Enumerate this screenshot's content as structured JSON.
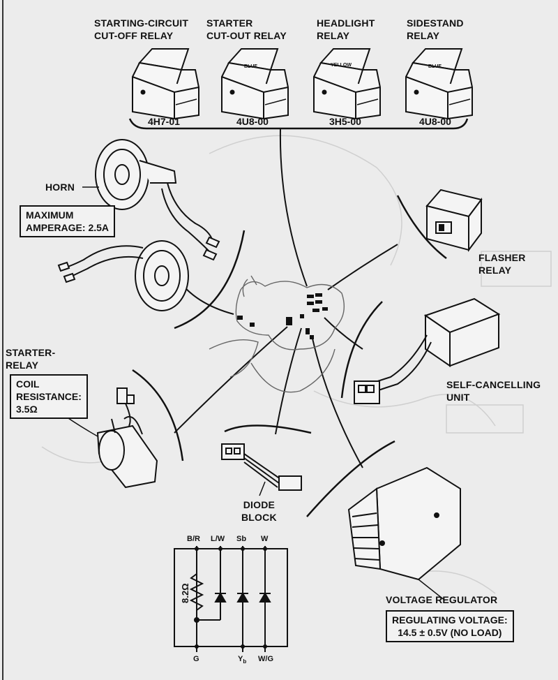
{
  "relays": [
    {
      "label": "STARTING-CIRCUIT\nCUT-OFF RELAY",
      "code": "4H7-01",
      "color": ""
    },
    {
      "label": "STARTER\nCUT-OUT RELAY",
      "code": "4U8-00",
      "color": "BLUE"
    },
    {
      "label": "HEADLIGHT\nRELAY",
      "code": "3H5-00",
      "color": "YELLOW"
    },
    {
      "label": "SIDESTAND\nRELAY",
      "code": "4U8-00",
      "color": "BLUE"
    }
  ],
  "horn": {
    "label": "HORN",
    "spec": "MAXIMUM\nAMPERAGE: 2.5A"
  },
  "flasher": {
    "label": "FLASHER\nRELAY"
  },
  "starter_relay": {
    "label": "STARTER-\nRELAY",
    "spec": "COIL\nRESISTANCE:\n3.5Ω"
  },
  "self_cancel": {
    "label": "SELF-CANCELLING\nUNIT"
  },
  "diode_block": {
    "label": "DIODE\nBLOCK",
    "top_pins": [
      "B/R",
      "L/W",
      "Sb",
      "W"
    ],
    "bottom_pins": [
      "G",
      "Y",
      "W/G"
    ],
    "resistor": "8.2Ω",
    "subscript": "b"
  },
  "regulator": {
    "label": "VOLTAGE REGULATOR",
    "spec": "REGULATING VOLTAGE:\n14.5 ± 0.5V (NO LOAD)"
  }
}
